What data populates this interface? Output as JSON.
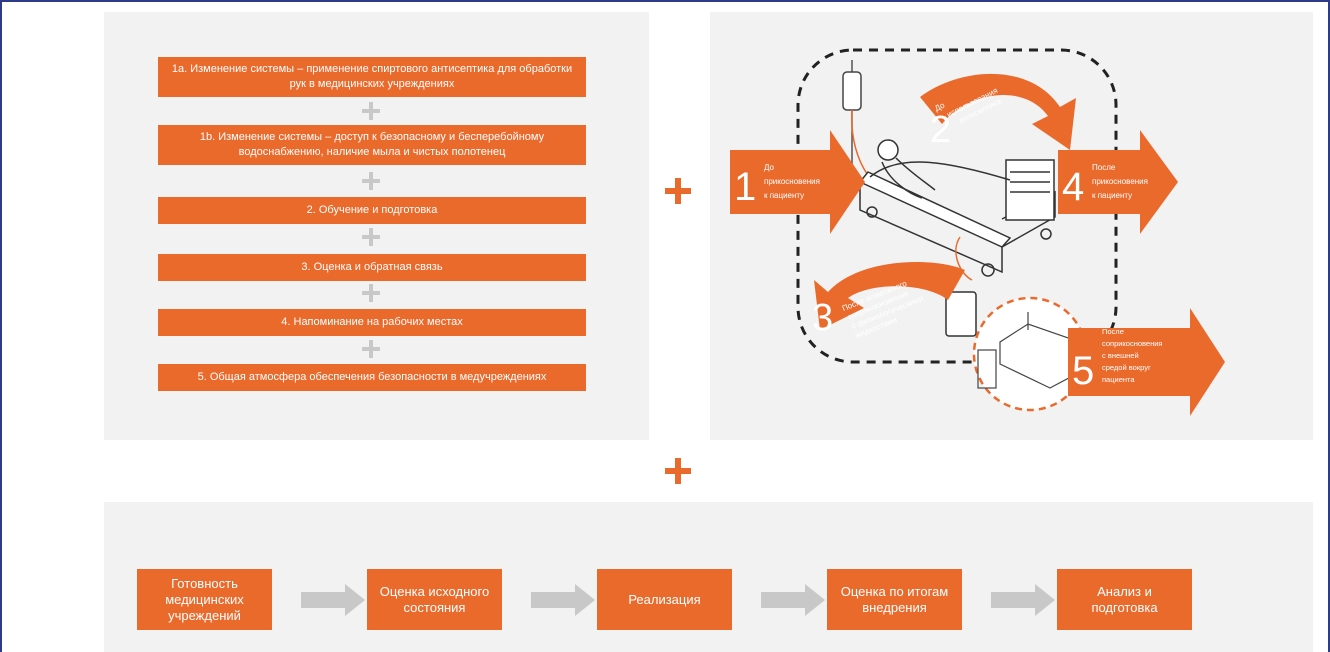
{
  "left_panel": {
    "items": [
      {
        "label": "1a. Изменение системы – применение спиртового антисептика для обработки рук в медицинских учреждениях"
      },
      {
        "label": "1b. Изменение системы – доступ к безопасному и бесперебойному водоснабжению, наличие мыла и чистых полотенец"
      },
      {
        "label": "2. Обучение и подготовка"
      },
      {
        "label": "3. Оценка и обратная связь"
      },
      {
        "label": "4. Напоминание на рабочих местах"
      },
      {
        "label": "5. Общая атмосфера обеспечения безопасности в медучреждениях"
      }
    ]
  },
  "moments": {
    "m1": {
      "number": "1",
      "lines": [
        "До",
        "прикосновения",
        "к пациенту"
      ]
    },
    "m2": {
      "number": "2",
      "lines": [
        "До",
        "использования",
        "антисептика"
      ]
    },
    "m3": {
      "number": "3",
      "lines": [
        "После возможного",
        "соприкосновения",
        "с физиологическими",
        "жидкостями"
      ]
    },
    "m4": {
      "number": "4",
      "lines": [
        "После",
        "прикосновения",
        "к пациенту"
      ]
    },
    "m5": {
      "number": "5",
      "lines": [
        "После",
        "соприкосновения",
        "с внешней",
        "средой вокруг",
        "пациента"
      ]
    }
  },
  "steps": [
    {
      "label": "Готовность медицинских учреждений"
    },
    {
      "label": "Оценка исходного состояния"
    },
    {
      "label": "Реализация"
    },
    {
      "label": "Оценка по итогам внедрения"
    },
    {
      "label": "Анализ и подготовка"
    }
  ],
  "colors": {
    "accent": "#ea6a2c",
    "connector": "#c8c8c8",
    "panel": "#f2f2f2",
    "frame": "#2e3a8c"
  }
}
